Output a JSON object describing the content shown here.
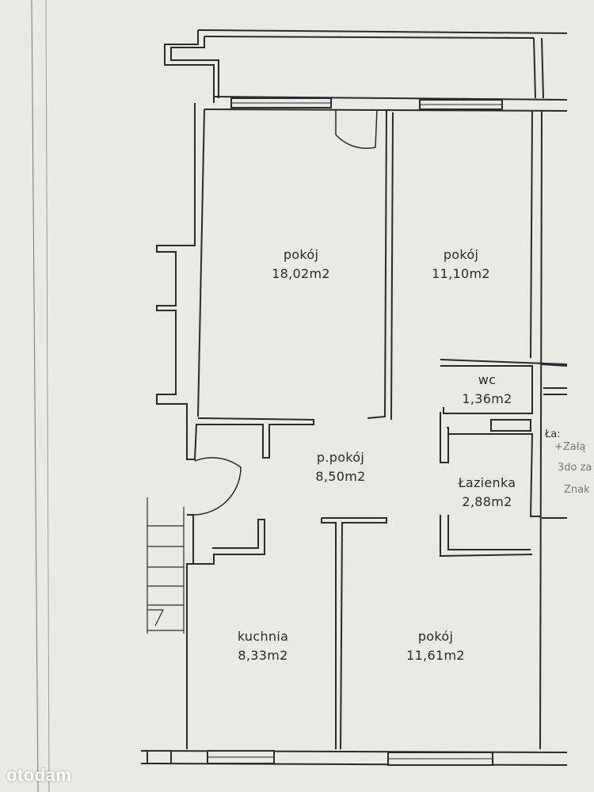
{
  "rooms": [
    {
      "id": "room-large",
      "name": "pokój",
      "area": "18,02m2"
    },
    {
      "id": "room-small",
      "name": "pokój",
      "area": "11,10m2"
    },
    {
      "id": "wc",
      "name": "wc",
      "area": "1,36m2"
    },
    {
      "id": "hall",
      "name": "p.pokój",
      "area": "8,50m2"
    },
    {
      "id": "bathroom",
      "name": "Łazienka",
      "area": "2,88m2"
    },
    {
      "id": "kitchen",
      "name": "kuchnia",
      "area": "8,33m2"
    },
    {
      "id": "room-bottom",
      "name": "pokój",
      "area": "11,61m2"
    }
  ],
  "side_notes": {
    "line1": "Ła:",
    "line2": "+Załą",
    "line3": "3do za",
    "line4": "Znak"
  },
  "watermark": "otodam",
  "colors": {
    "paper": "#e9e9e6",
    "ink": "#2a2a2a"
  }
}
